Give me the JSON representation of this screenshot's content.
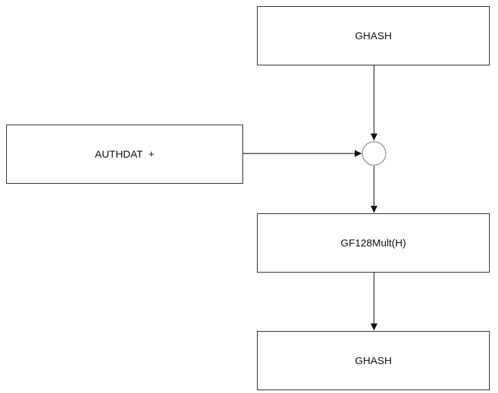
{
  "diagram": {
    "nodes": {
      "ghash_input": {
        "label": "GHASH"
      },
      "authdat": {
        "label": "AUTHDAT  +"
      },
      "xor": {
        "label": ""
      },
      "gf128mult": {
        "label": "GF128Mult(H)"
      },
      "ghash_output": {
        "label": "GHASH"
      }
    },
    "edges": [
      {
        "from": "ghash_input",
        "to": "xor"
      },
      {
        "from": "authdat",
        "to": "xor"
      },
      {
        "from": "xor",
        "to": "gf128mult"
      },
      {
        "from": "gf128mult",
        "to": "ghash_output"
      }
    ],
    "colors": {
      "stroke": "#222222",
      "circle_stroke": "#888888",
      "background": "#ffffff"
    }
  }
}
